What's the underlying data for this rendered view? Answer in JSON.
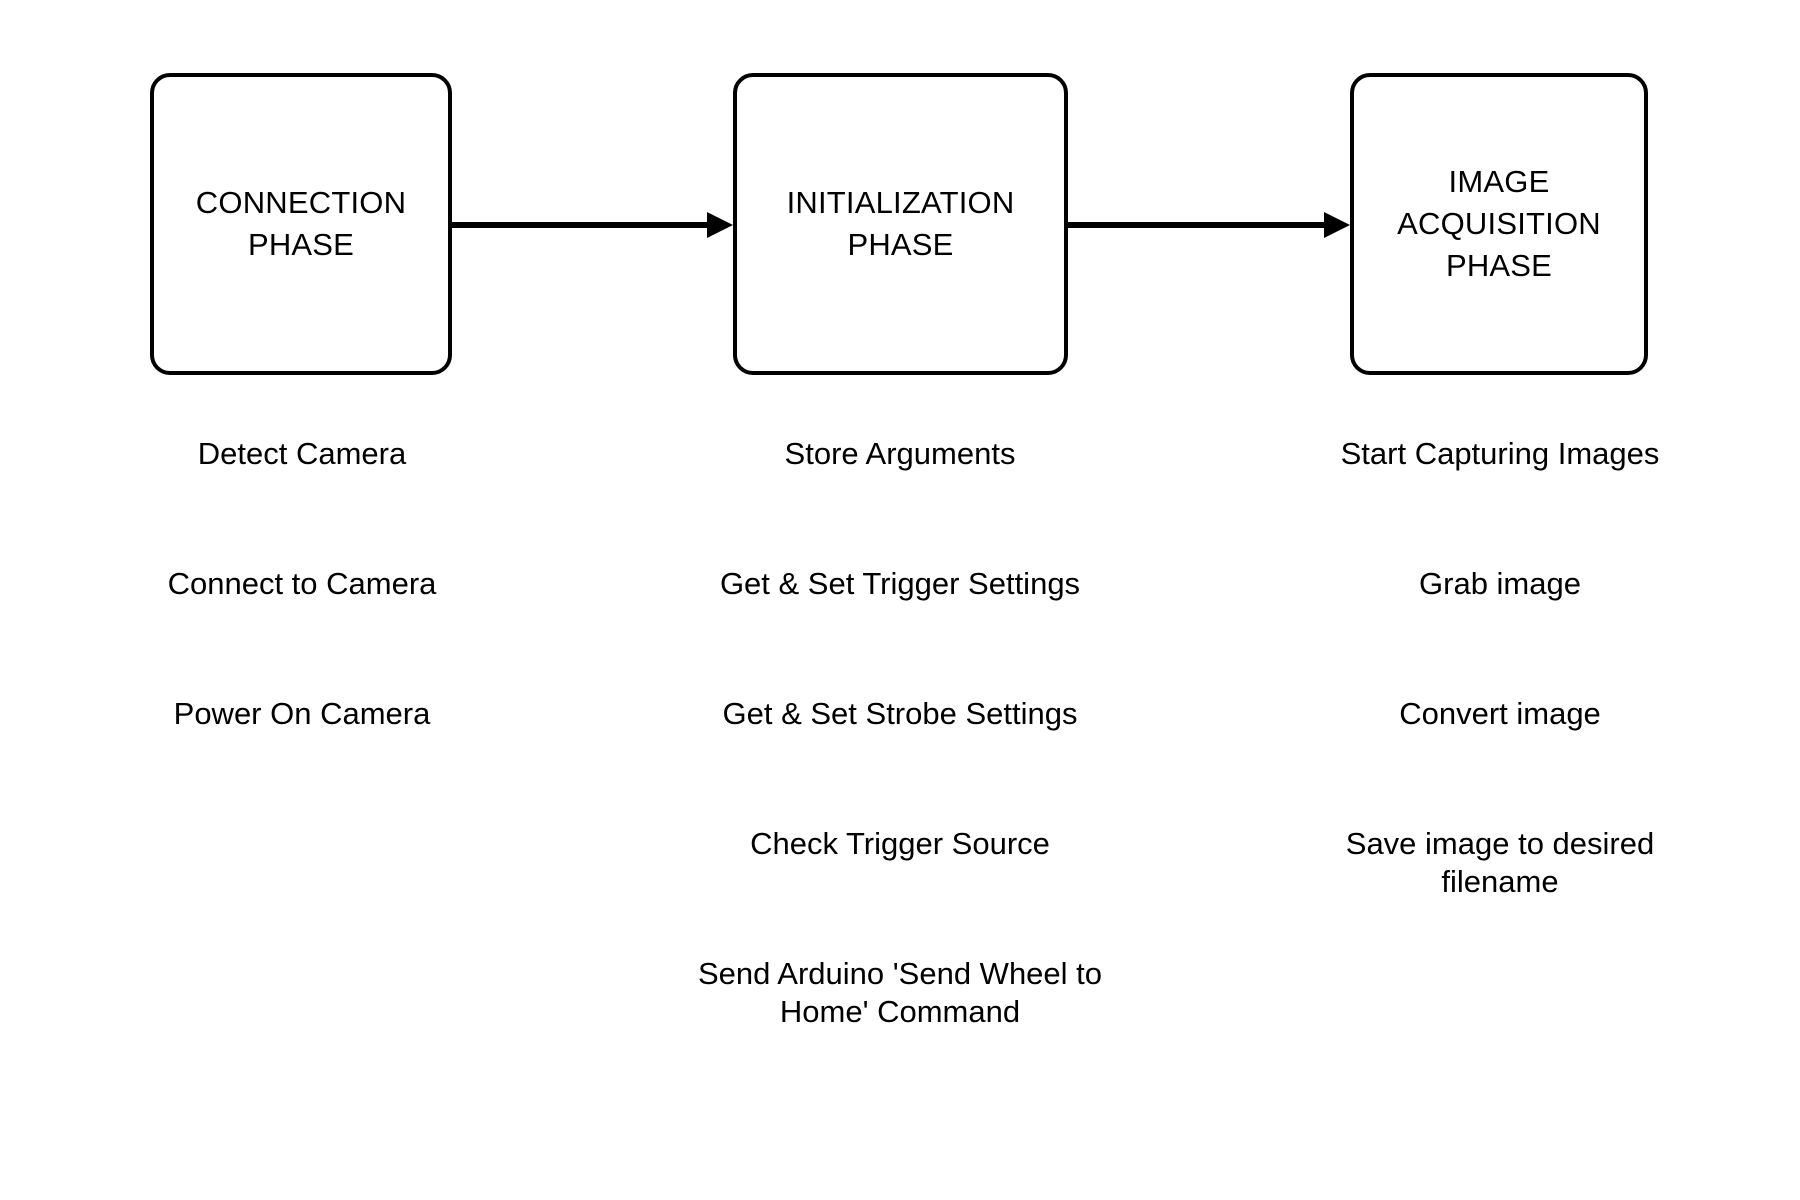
{
  "diagram": {
    "background_color": "#ffffff",
    "stroke_color": "#000000",
    "phases": [
      {
        "id": "connection",
        "title": "CONNECTION\nPHASE",
        "steps": [
          "Detect Camera",
          "Connect to Camera",
          "Power On Camera"
        ]
      },
      {
        "id": "initialization",
        "title": "INITIALIZATION\nPHASE",
        "steps": [
          "Store Arguments",
          "Get & Set Trigger Settings",
          "Get & Set Strobe Settings",
          "Check Trigger Source",
          "Send Arduino 'Send Wheel to\nHome' Command"
        ]
      },
      {
        "id": "acquisition",
        "title": "IMAGE\nACQUISITION\nPHASE",
        "steps": [
          "Start Capturing Images",
          "Grab image",
          "Convert image",
          "Save image to desired\nfilename"
        ]
      }
    ],
    "connectors": [
      {
        "id": "connection-to-initialization",
        "direction": "right"
      },
      {
        "id": "initialization-to-acquisition",
        "direction": "right"
      }
    ]
  }
}
